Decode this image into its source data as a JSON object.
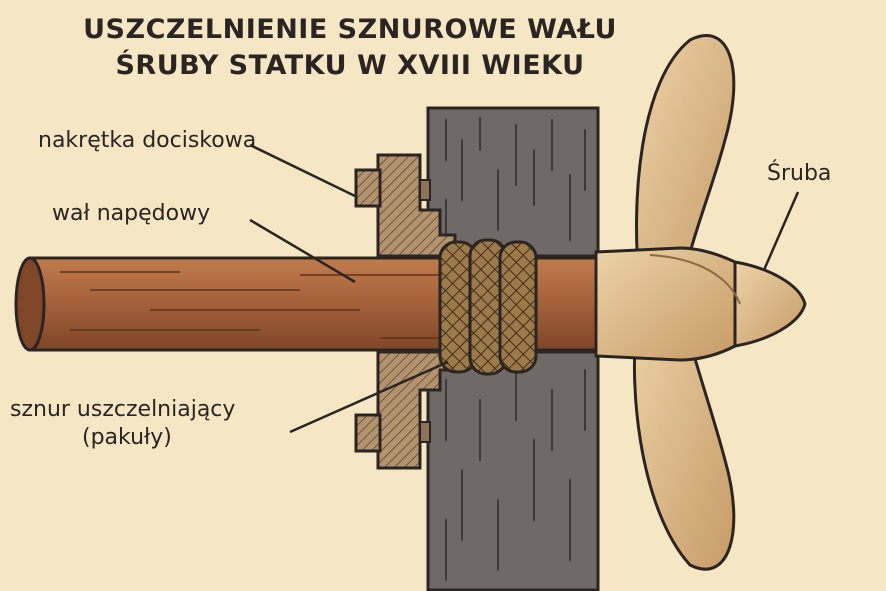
{
  "title": {
    "line1": "USZCZELNIENIE SZNUROWE WAŁU",
    "line2": "ŚRUBY STATKU W XVIII WIEKU"
  },
  "labels": {
    "nakretka": "nakrętka dociskowa",
    "wal": "wał napędowy",
    "sznur_line1": "sznur uszczelniający",
    "sznur_line2": "(pakuły)",
    "sruba": "Śruba"
  },
  "colors": {
    "background": "#f6e7c4",
    "hull_wood": "#6f6a68",
    "shaft": "#a8653a",
    "propeller": "#d9b586",
    "gland": "#b3936d",
    "packing": "#8c6a3f",
    "ink": "#2a2522"
  }
}
